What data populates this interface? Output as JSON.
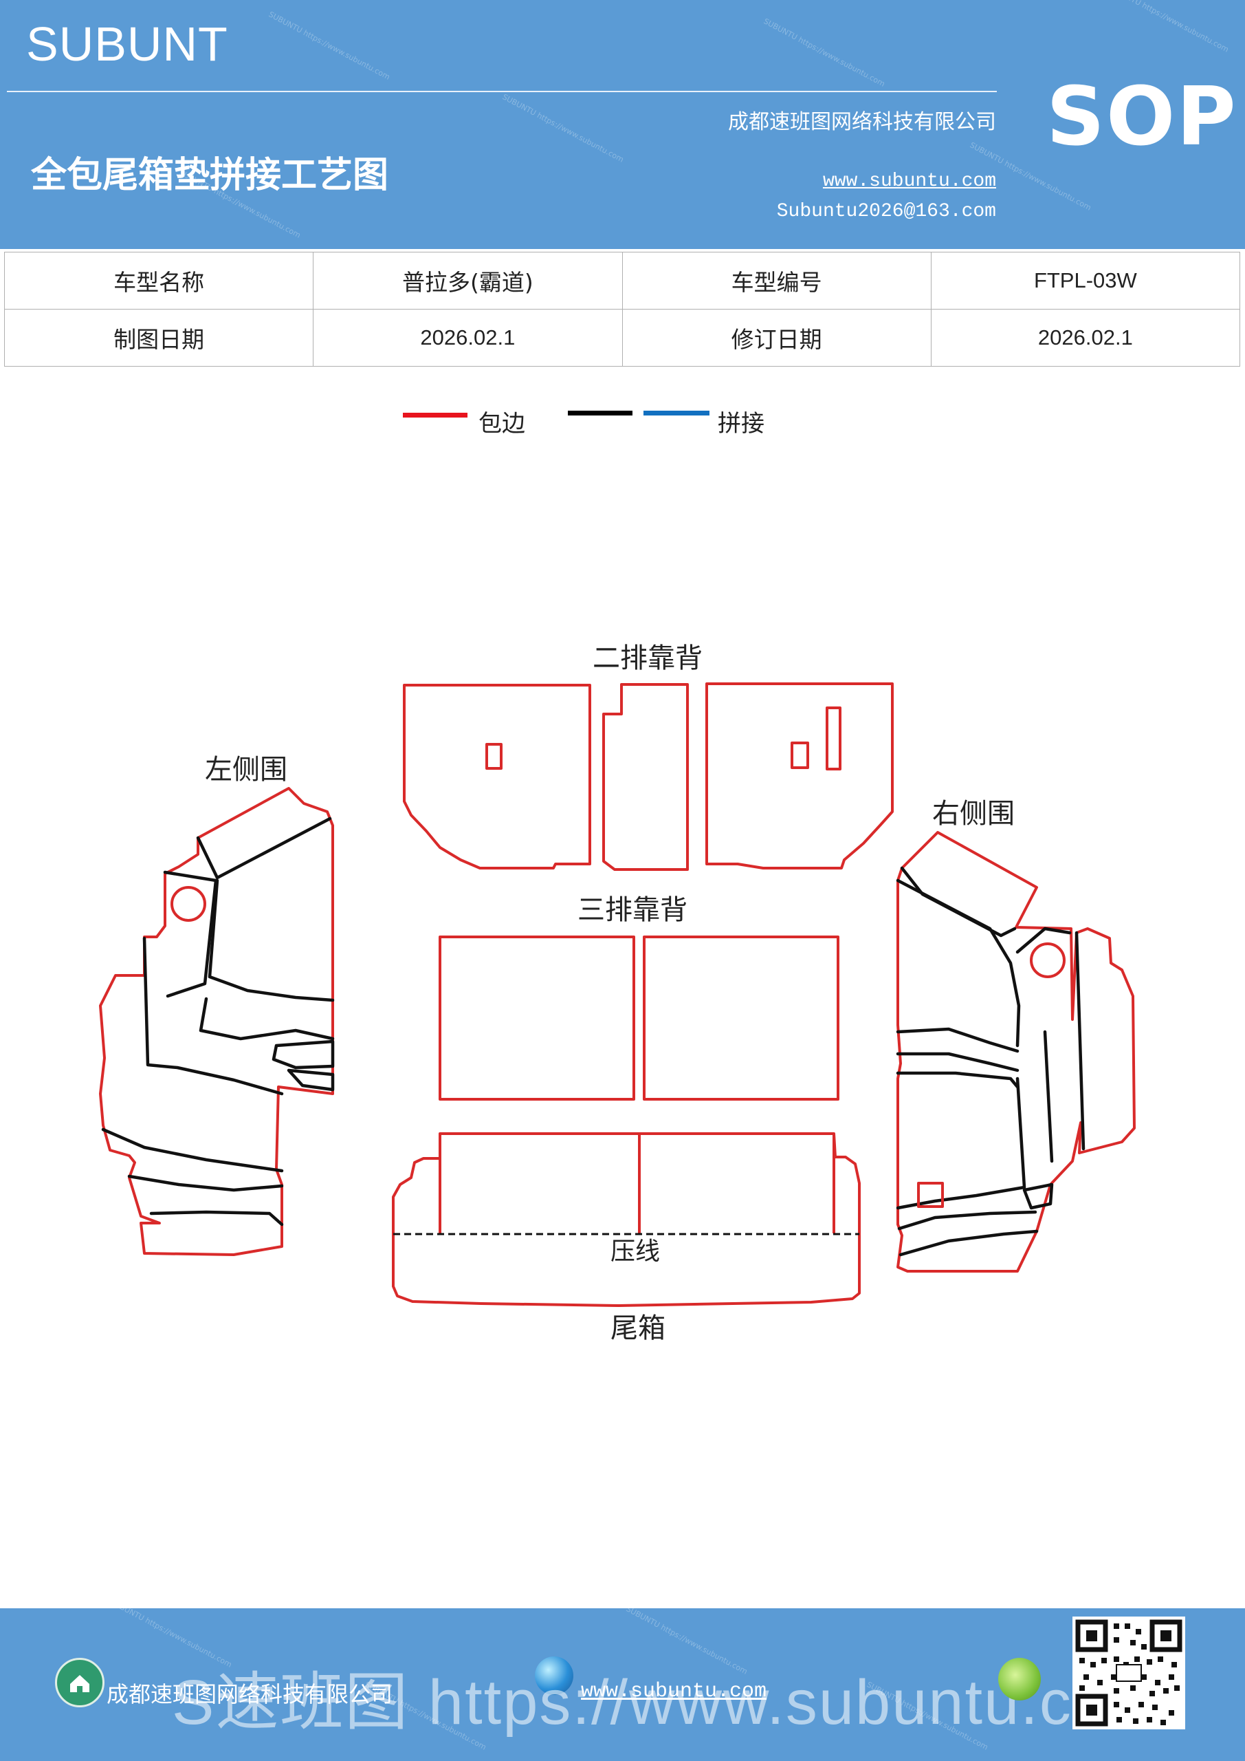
{
  "header": {
    "brand": "SUBUNT",
    "title": "全包尾箱垫拼接工艺图",
    "company": "成都速班图网络科技有限公司",
    "website": "www.subuntu.com",
    "email": "Subuntu2026@163.com",
    "badge": "SOP"
  },
  "info_table": {
    "model_name_label": "车型名称",
    "model_name_value": "普拉多(霸道)",
    "model_code_label": "车型编号",
    "model_code_value": "FTPL-03W",
    "draw_date_label": "制图日期",
    "draw_date_value": "2026.02.1",
    "revise_date_label": "修订日期",
    "revise_date_value": "2026.02.1"
  },
  "legend": {
    "items": [
      {
        "label": "包边",
        "color": "#e8141e"
      },
      {
        "label": "",
        "color": "#000000"
      },
      {
        "label": "拼接",
        "color": "#1270c0"
      }
    ]
  },
  "diagram": {
    "left_side_label": "左侧围",
    "right_side_label": "右侧围",
    "second_row_label": "二排靠背",
    "third_row_label": "三排靠背",
    "crease_label": "压线",
    "trunk_label": "尾箱",
    "colors": {
      "edge": "#d92a2a",
      "seam": "#111111"
    }
  },
  "footer": {
    "company": "成都速班图网络科技有限公司",
    "website": "www.subuntu.com",
    "overlay_text": "S速班图 https://www.subuntu.com",
    "icons": [
      "building-icon",
      "globe-icon",
      "leaf-icon",
      "qr-code"
    ]
  }
}
